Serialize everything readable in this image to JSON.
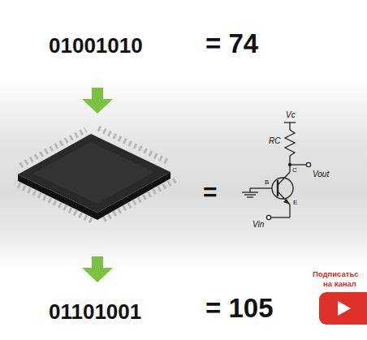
{
  "diagram": {
    "labels": [
      "01001010",
      "= 74",
      "=",
      "Vc",
      "RC",
      "C",
      "Vout",
      "B",
      "E",
      "Vin",
      "01101001",
      "= 105",
      "Подписатьс",
      "на канал"
    ]
  }
}
